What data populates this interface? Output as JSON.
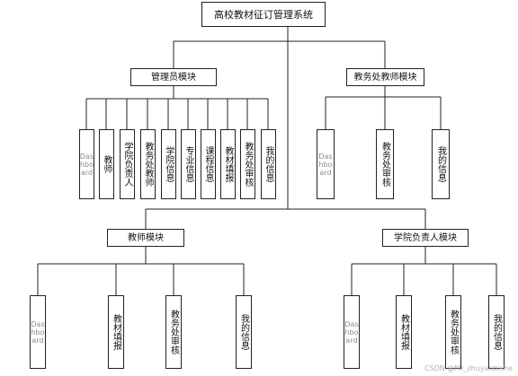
{
  "diagram": {
    "root": "高校教材征订管理系统",
    "modules": [
      {
        "title": "管理员模块",
        "items": [
          "Dashboard",
          "教师",
          "学院负责人",
          "教务处教师",
          "学院信息",
          "专业信息",
          "课程信息",
          "教材填报",
          "教务处审核",
          "我的信息"
        ]
      },
      {
        "title": "教务处教师模块",
        "items": [
          "Dashboard",
          "教务处审核",
          "我的信息"
        ]
      },
      {
        "title": "教师模块",
        "items": [
          "Dashboard",
          "教材填报",
          "教务处审核",
          "我的信息"
        ]
      },
      {
        "title": "学院负责人模块",
        "items": [
          "Dashboard",
          "教材填报",
          "教务处审核",
          "我的信息"
        ]
      }
    ]
  },
  "watermark": "CSDN @Mr_zhuyanbishe"
}
